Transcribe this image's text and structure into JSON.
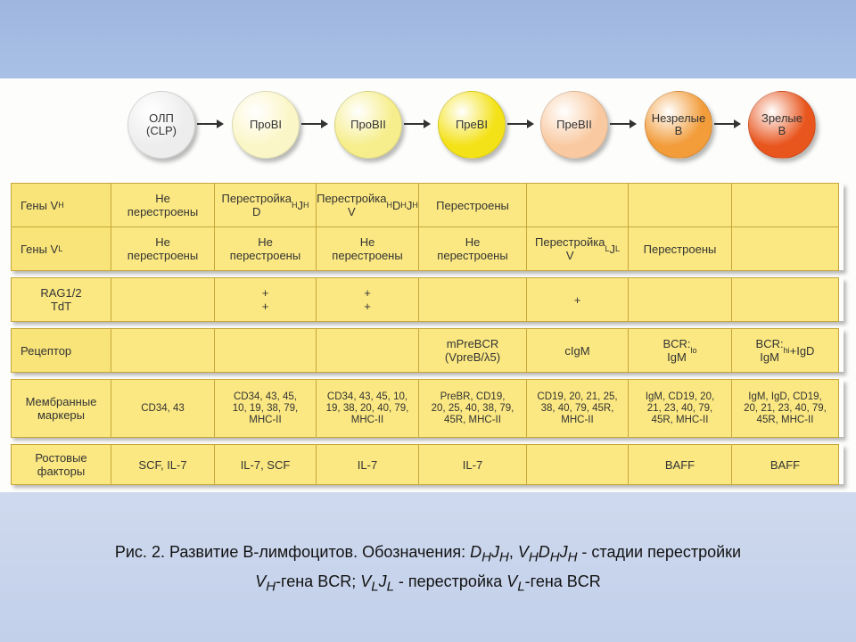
{
  "stages": [
    {
      "label": "ОЛП\n(CLP)",
      "color": "#ededed"
    },
    {
      "label": "ПроBI",
      "color": "#fbf6c7"
    },
    {
      "label": "ПроBII",
      "color": "#f6ee8c"
    },
    {
      "label": "ПреBI",
      "color": "#f4e219"
    },
    {
      "label": "ПреBII",
      "color": "#f9caa2"
    },
    {
      "label": "Незрелые\nB",
      "color": "#f29c3a"
    },
    {
      "label": "Зрелые\nB",
      "color": "#e8551d"
    }
  ],
  "rows": {
    "vh": {
      "header": "Гены V",
      "sub": "H",
      "cells": [
        "Не\nперестроены",
        "Перестройка",
        "Перестройка",
        "Перестроены",
        "",
        "",
        ""
      ],
      "sub_lines": [
        "",
        "D_H J_H",
        "V_H D_H J_H",
        "",
        "",
        "",
        ""
      ]
    },
    "vl": {
      "header": "Гены V",
      "sub": "L",
      "cells": [
        "Не\nперестроены",
        "Не\nперестроены",
        "Не\nперестроены",
        "Не\nперестроены",
        "Перестройка",
        "Перестроены",
        ""
      ],
      "sub_lines": [
        "",
        "",
        "",
        "",
        "V_L J_L",
        "",
        ""
      ]
    },
    "rag": {
      "header": "RAG1/2\nTdT",
      "cells": [
        "",
        "+\n+",
        "+\n+",
        "",
        "+",
        "",
        ""
      ]
    },
    "receptor": {
      "header": "Рецептор",
      "cells": [
        "",
        "",
        "",
        "mPreBCR\n(VpreB/λ5)",
        "cIgM",
        "BCR:\nIgM",
        "BCR:\nIgM"
      ],
      "sups": [
        "",
        "",
        "",
        "",
        "",
        "lo",
        "hi"
      ],
      "tails": [
        "",
        "",
        "",
        "",
        "",
        "",
        "+IgD"
      ]
    },
    "markers": {
      "header": "Мембранные\nмаркеры",
      "cells": [
        "CD34, 43",
        "CD34, 43, 45,\n10, 19, 38, 79,\nMHC-II",
        "CD34, 43, 45, 10,\n19, 38, 20, 40, 79,\nMHC-II",
        "PreBR, CD19,\n20, 25, 40, 38, 79,\n45R, MHC-II",
        "CD19, 20, 21, 25,\n38, 40, 79, 45R,\nMHC-II",
        "IgM, CD19, 20,\n21, 23, 40, 79,\n45R, MHC-II",
        "IgM, IgD, CD19,\n20, 21, 23, 40, 79,\n45R, MHC-II"
      ]
    },
    "growth": {
      "header": "Ростовые\nфакторы",
      "cells": [
        "SCF, IL-7",
        "IL-7, SCF",
        "IL-7",
        "IL-7",
        "",
        "BAFF",
        "BAFF"
      ]
    }
  },
  "caption": {
    "line1_a": "Рис. 2. Развитие В-лимфоцитов. Обозначения: ",
    "line1_b": " - стадии перестройки",
    "line2_a": "-гена BCR; ",
    "line2_b": " - перестройка ",
    "line2_c": "-гена BCR"
  }
}
